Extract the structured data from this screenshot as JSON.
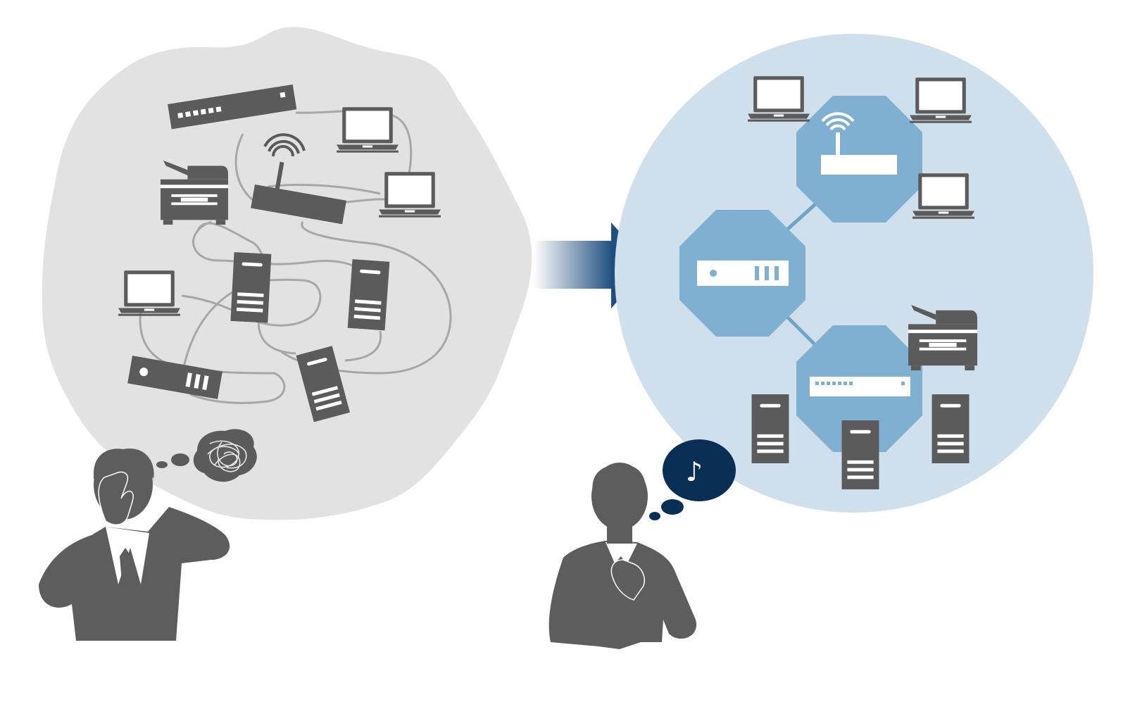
{
  "colors": {
    "background": "#ffffff",
    "device": "#5b5b5b",
    "cable": "#a7a7a7",
    "chaos_bubble": "#e2e2e2",
    "order_circle": "#cfe0ec",
    "hub": "#7fb0d1",
    "hub_link": "#6fa3c7",
    "arrow_start": "#ffffff",
    "arrow_end": "#1f4f80",
    "happy_bubble": "#0a2f55",
    "person": "#5d5d5d"
  },
  "icons": {
    "person_left": "stressed-businessman-icon",
    "person_right": "relieved-businessman-icon",
    "thought_left": "tangled-scribble-icon",
    "thought_right": "music-note-icon",
    "transition": "right-arrow-icon"
  },
  "thought_right": {
    "symbol": "♪"
  },
  "sections": {
    "before": {
      "devices": [
        "switch",
        "laptop",
        "printer",
        "wifi-router",
        "laptop",
        "laptop",
        "server",
        "server",
        "rack-server",
        "server"
      ]
    },
    "after": {
      "hubs": [
        "wifi-router-hub",
        "rack-server-hub",
        "switch-hub"
      ],
      "devices": [
        "laptop",
        "laptop",
        "laptop",
        "printer",
        "server",
        "server",
        "server"
      ]
    }
  }
}
